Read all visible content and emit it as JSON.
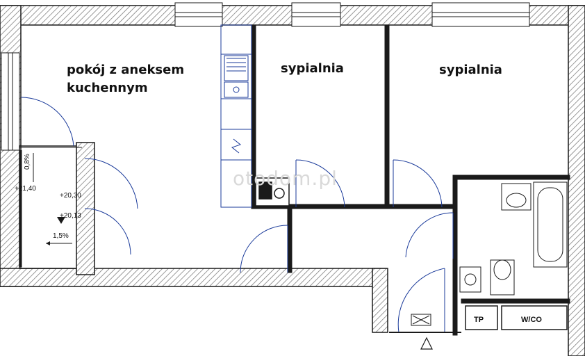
{
  "rooms": {
    "living": {
      "line1": "pokój z aneksem",
      "line2": "kuchennym"
    },
    "bedroom1": "sypialnia",
    "bedroom2": "sypialnia"
  },
  "annotations": {
    "slope_vertical": "0,8%",
    "level_1": "+21,40",
    "level_2": "+20,30",
    "level_3": "+20,13",
    "slope_horizontal": "1,5%",
    "tp": "TP",
    "wc": "W/CO"
  },
  "watermark": "otodom.pl",
  "colors": {
    "wall": "#1a1a1a",
    "hatch": "#888888",
    "fixture": "#1a3a9a",
    "line": "#222222"
  }
}
